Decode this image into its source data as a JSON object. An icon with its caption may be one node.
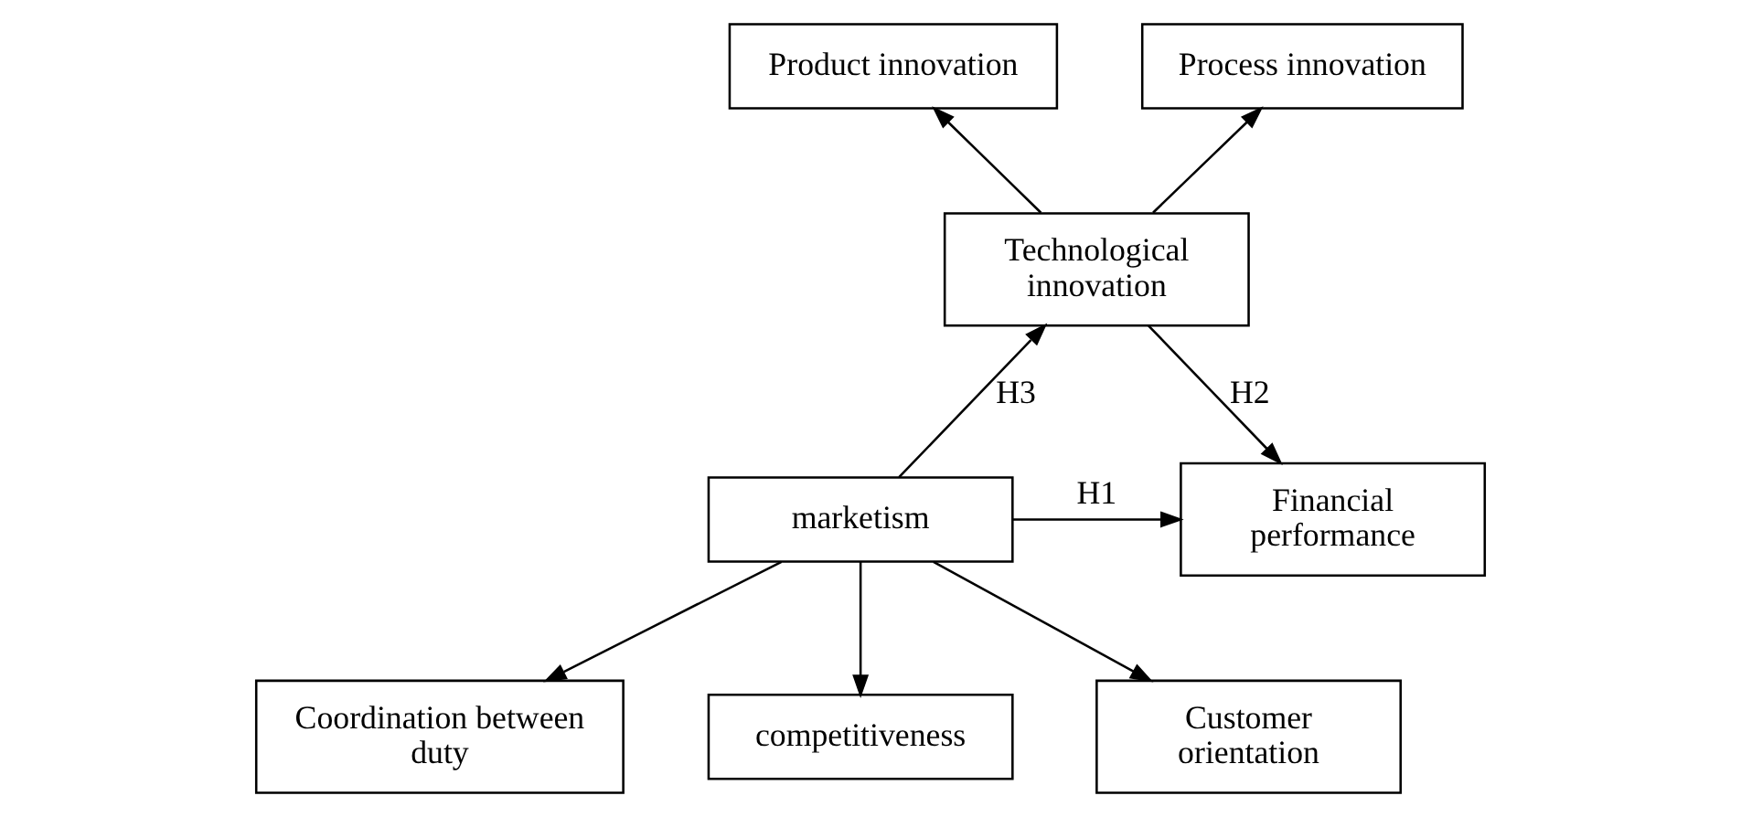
{
  "diagram": {
    "nodes": [
      {
        "text": [
          "Product innovation"
        ]
      },
      {
        "text": [
          "Process innovation"
        ]
      },
      {
        "text": [
          "Technological innovation"
        ]
      },
      {
        "text": [
          "Financial performance"
        ]
      },
      {
        "text": [
          "marketism"
        ]
      },
      {
        "text": [
          "Coordination between duty"
        ]
      },
      {
        "text": [
          "competitiveness"
        ]
      },
      {
        "text": [
          "Customer orientation"
        ]
      }
    ],
    "edges": [
      {
        "from": 2,
        "to": 0,
        "arrow": "to"
      },
      {
        "from": 2,
        "to": 1,
        "arrow": "to"
      },
      {
        "from": 2,
        "to": 3,
        "arrow": "to",
        "label": "H2"
      },
      {
        "from": 4,
        "to": 2,
        "arrow": "to",
        "label": "H3"
      },
      {
        "from": 4,
        "to": 3,
        "arrow": "to",
        "label": "H1"
      },
      {
        "from": 4,
        "to": 5,
        "arrow": "to"
      },
      {
        "from": 4,
        "to": 6,
        "arrow": "to"
      },
      {
        "from": 4,
        "to": 7,
        "arrow": "to"
      }
    ]
  }
}
